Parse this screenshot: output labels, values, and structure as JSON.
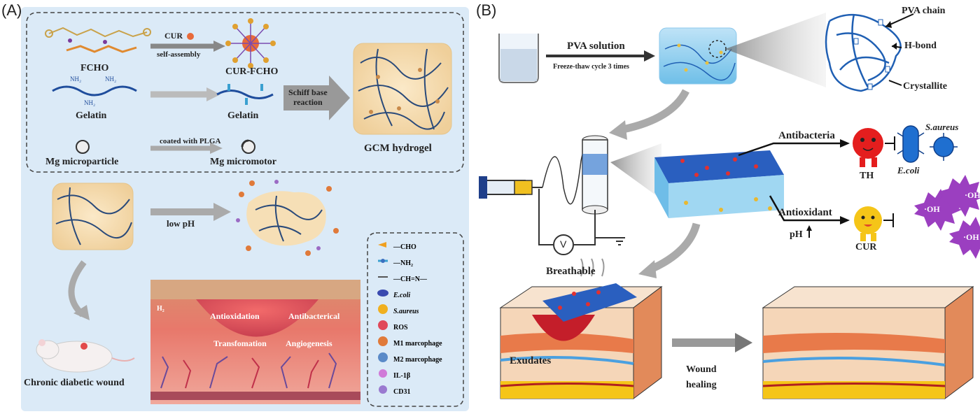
{
  "panels": {
    "a": "(A)",
    "b": "(B)"
  },
  "panel_a": {
    "cur": "CUR",
    "self_assembly": "self-assembly",
    "fcho": "FCHO",
    "cur_fcho": "CUR-FCHO",
    "gelatin_left": "Gelatin",
    "gelatin_right": "Gelatin",
    "schiff_line1": "Schiff base",
    "schiff_line2": "reaction",
    "coated": "coated with PLGA",
    "mg_particle": "Mg microparticle",
    "mg_motor": "Mg micromotor",
    "gcm": "GCM hydrogel",
    "low_ph": "low pH",
    "h2": "H₂",
    "antioxidation": "Antioxidation",
    "antibacterical": "Antibacterical",
    "transformation": "Transfomation",
    "angiogenesis": "Angiogenesis",
    "wound": "Chronic diabetic wound",
    "legend": [
      {
        "icon": "cho-icon",
        "label": "—CHO"
      },
      {
        "icon": "nh2-icon",
        "label": "—NH₂"
      },
      {
        "icon": "ch-n-icon",
        "label": "—CH=N—"
      },
      {
        "icon": "ecoli-icon",
        "label": "E.coli"
      },
      {
        "icon": "saureus-icon",
        "label": "S.aureus"
      },
      {
        "icon": "ros-icon",
        "label": "ROS"
      },
      {
        "icon": "m1-icon",
        "label": "M1 marcophage"
      },
      {
        "icon": "m2-icon",
        "label": "M2 marcophage"
      },
      {
        "icon": "il1b-icon",
        "label": "IL-1β"
      },
      {
        "icon": "cd31-icon",
        "label": "CD31"
      }
    ],
    "colors": {
      "panel_bg": "#dbeaf7",
      "hydrogel": "#f6dfb6",
      "tissue": "#e8786b"
    }
  },
  "panel_b": {
    "pva_solution": "PVA solution",
    "freeze_thaw": "Freeze-thaw cycle 3 times",
    "pva_chain": "PVA chain",
    "h_bond": "H-bond",
    "crystallite": "Crystallite",
    "voltage": "V",
    "antibacteria": "Antibacteria",
    "antioxidant": "Antioxidant",
    "ph": "pH",
    "th": "TH",
    "cur": "CUR",
    "ecoli": "E.coli",
    "saureus": "S.aureus",
    "oh1": "·OH",
    "oh2": "·OH",
    "oh3": "·OH",
    "breathable": "Breathable",
    "exudates": "Exudates",
    "healing_line1": "Wound",
    "healing_line2": "healing",
    "colors": {
      "fiber": "#1f5fb3",
      "skin": "#f5d6b8",
      "radical": "#9b3fc0"
    }
  }
}
